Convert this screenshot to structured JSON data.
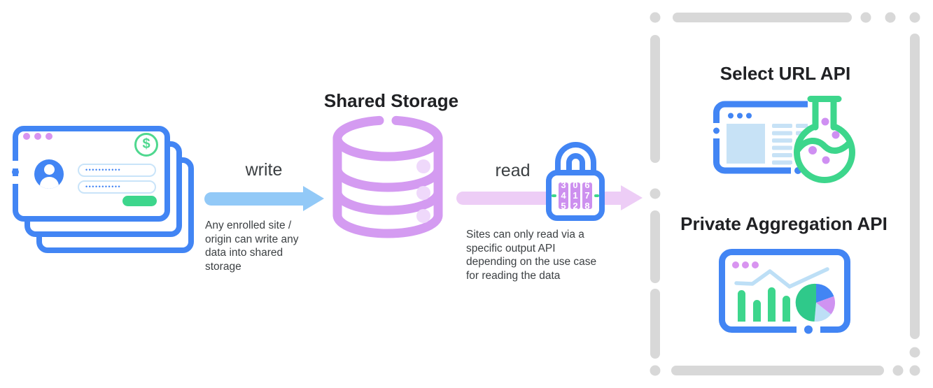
{
  "enrolled_sites": {
    "window": {
      "dollar_glyph": "$",
      "password_fields": [
        {
          "value": "•••••••••••"
        },
        {
          "value": "•••••••••••"
        }
      ]
    }
  },
  "write_flow": {
    "label": "write",
    "caption_lines": [
      "Any enrolled site /",
      "origin can write any",
      "data into shared",
      "storage"
    ]
  },
  "shared_storage": {
    "title": "Shared Storage"
  },
  "read_flow": {
    "label": "read",
    "caption_lines": [
      "Sites can only read via a",
      "specific output API",
      "depending on the use case",
      "for reading the data"
    ]
  },
  "lock": {
    "dials": [
      {
        "prev": "3",
        "value": "4",
        "next": "5"
      },
      {
        "prev": "0",
        "value": "1",
        "next": "2"
      },
      {
        "prev": "6",
        "value": "7",
        "next": "8"
      }
    ]
  },
  "output_apis": {
    "select_url": {
      "title": "Select URL API"
    },
    "private_aggregation": {
      "title": "Private Aggregation API"
    }
  },
  "colors": {
    "blue": "#4285F4",
    "arrow_blue": "#92C9F7",
    "light_blue_fill": "#C7E2F6",
    "chart_line_blue": "#BDDFF6",
    "purple": "#D49BF1",
    "purple_dot": "#D894F0",
    "dial_purple": "#CD90EF",
    "light_purple_dot": "#EFD9FB",
    "arrow_pink": "#EDCDF6",
    "green": "#3DD68C",
    "pie_green": "#2FC98A",
    "dashed_border_gray": "#D8D8D8",
    "text_dark": "#202124",
    "text_gray": "#3C4043"
  }
}
